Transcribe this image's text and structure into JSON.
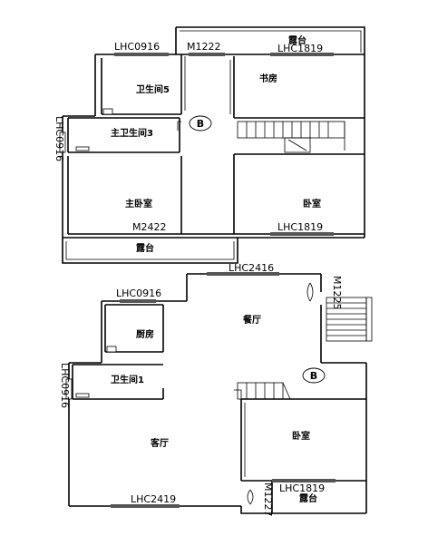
{
  "upper_floor": {
    "window_top_left": "LHC0916",
    "door_top": "M1222",
    "balcony_top": "露台",
    "window_top_right": "LHC1819",
    "bath5": "卫生间5",
    "study": "书房",
    "window_left": "LHC0916",
    "master_bath": "主卫生间3",
    "mark": "B",
    "master_bedroom": "主卧室",
    "bedroom": "卧室",
    "door_bottom": "M2422",
    "window_bottom_right": "LHC1819",
    "balcony_bottom": "露台"
  },
  "lower_floor": {
    "window_top": "LHC2416",
    "door_right": "M1225",
    "window_top_left": "LHC0916",
    "dining": "餐厅",
    "kitchen": "厨房",
    "window_left": "LHC0916",
    "bath1": "卫生间1",
    "mark": "B",
    "living": "客厅",
    "bedroom": "卧室",
    "window_bottom_right": "LHC1819",
    "door_bottom": "M1227",
    "window_bottom": "LHC2419",
    "balcony": "露台"
  }
}
